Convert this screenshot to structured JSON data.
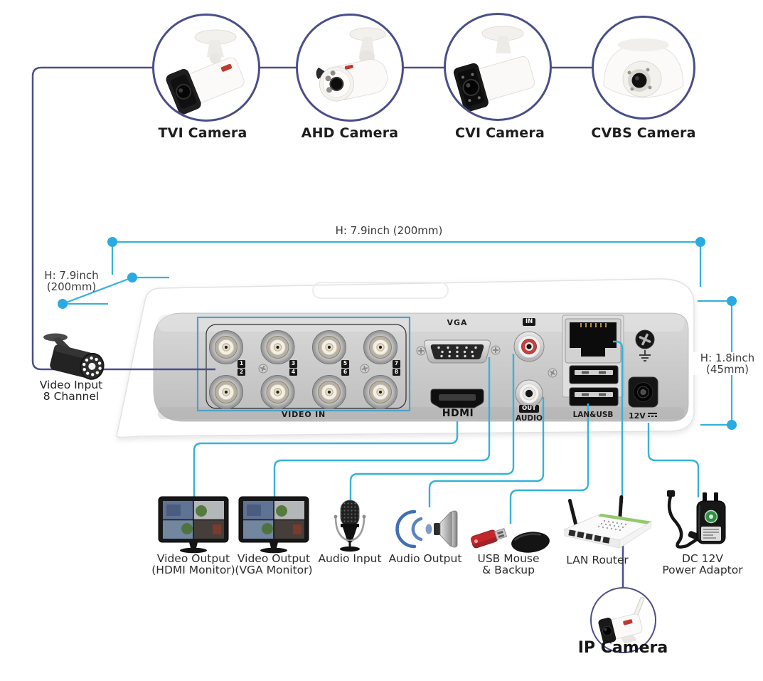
{
  "top_cameras": {
    "items": [
      {
        "label": "TVI Camera"
      },
      {
        "label": "AHD Camera"
      },
      {
        "label": "CVI Camera"
      },
      {
        "label": "CVBS Camera"
      }
    ]
  },
  "dimensions": {
    "width_top": "H: 7.9inch (200mm)",
    "depth_line1": "H: 7.9inch",
    "depth_line2": "(200mm)",
    "height_line1": "H: 1.8inch",
    "height_line2": "(45mm)"
  },
  "video_input": {
    "line1": "Video Input",
    "line2": "8 Channel"
  },
  "dvr_panel": {
    "vga_label": "VGA",
    "video_in_label": "VIDEO IN",
    "hdmi_label": "HDMI",
    "audio_in_badge": "IN",
    "audio_out_badge": "OUT",
    "audio_label": "AUDIO",
    "lan_usb_label": "LAN&USB",
    "power_label": "12V",
    "channel_numbers": [
      "1",
      "2",
      "3",
      "4",
      "5",
      "6",
      "7",
      "8"
    ]
  },
  "peripherals": {
    "items": [
      {
        "line1": "Video Output",
        "line2": "(HDMI Monitor)"
      },
      {
        "line1": "Video Output",
        "line2": "(VGA Monitor)"
      },
      {
        "line1": "Audio Input",
        "line2": ""
      },
      {
        "line1": "Audio Output",
        "line2": ""
      },
      {
        "line1": "USB Mouse",
        "line2": "& Backup"
      },
      {
        "line1": "LAN Router",
        "line2": ""
      },
      {
        "line1": "DC 12V",
        "line2": "Power Adaptor"
      }
    ]
  },
  "ip_camera": {
    "label": "IP Camera"
  },
  "colors": {
    "navy_line": "#4a4f8c",
    "cyan_line": "#35b2d9",
    "cyan_dot": "#29abe2",
    "video_in_box": "#4fa0c4"
  }
}
